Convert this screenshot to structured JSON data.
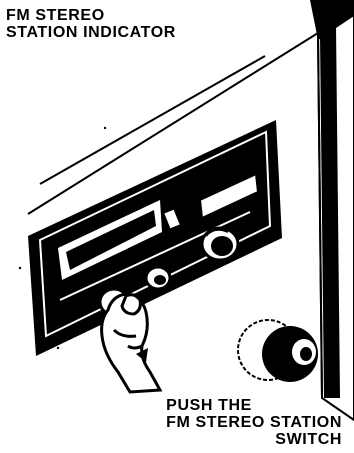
{
  "labels": {
    "top": {
      "line1": "FM STEREO",
      "line2": "STATION INDICATOR"
    },
    "bottom": {
      "line1": "PUSH THE",
      "line2": "FM STEREO STATION",
      "line3": "SWITCH"
    }
  },
  "colors": {
    "ink": "#000000",
    "paper": "#ffffff"
  }
}
